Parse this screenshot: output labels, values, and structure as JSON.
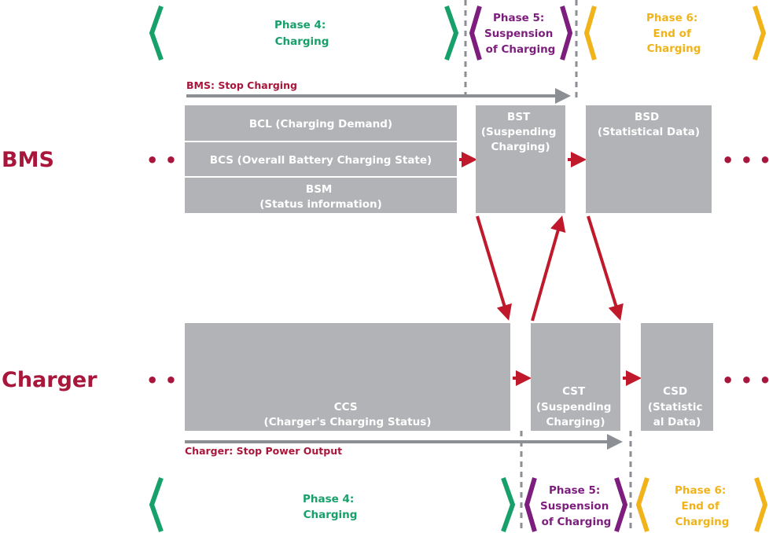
{
  "colors": {
    "brand_red": "#a8173b",
    "box_gray": "#b1b3b6",
    "arrow_gray": "#8c8f93",
    "phase4_green": "#18a06a",
    "phase5_purple": "#7d1e7e",
    "phase6_yellow": "#f0b31a"
  },
  "top_phases": {
    "phase4": [
      "Phase 4:",
      "Charging"
    ],
    "phase5": [
      "Phase 5:",
      "Suspension",
      "of Charging"
    ],
    "phase6": [
      "Phase 6:",
      "End of",
      "Charging"
    ]
  },
  "bottom_phases": {
    "phase4": [
      "Phase 4:",
      "Charging"
    ],
    "phase5": [
      "Phase 5:",
      "Suspension",
      "of Charging"
    ],
    "phase6": [
      "Phase 6:",
      "End of",
      "Charging"
    ]
  },
  "rows": {
    "bms_label": "BMS",
    "charger_label": "Charger",
    "ellipsis": "• • •"
  },
  "notes": {
    "bms_stop": "BMS: Stop Charging",
    "charger_stop": "Charger: Stop Power Output"
  },
  "bms_boxes": {
    "bcl": [
      "BCL (Charging Demand)"
    ],
    "bcs": [
      "BCS (Overall Battery Charging State)"
    ],
    "bsm": [
      "BSM",
      "(Status information)"
    ],
    "bst": [
      "BST",
      "(Suspending",
      "Charging)"
    ],
    "bsd": [
      "BSD",
      "(Statistical Data)"
    ]
  },
  "charger_boxes": {
    "ccs": [
      "CCS",
      "(Charger's Charging Status)"
    ],
    "cst": [
      "CST",
      "(Suspending",
      "Charging)"
    ],
    "csd": [
      "CSD",
      "(Statistic",
      "al Data)"
    ]
  }
}
